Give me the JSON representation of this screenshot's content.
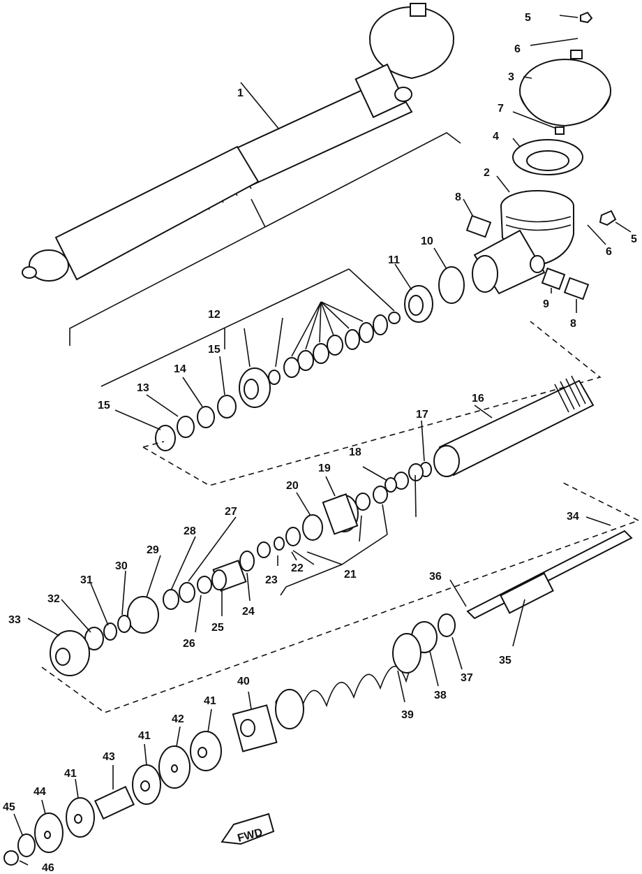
{
  "diagram": {
    "labels": [
      "1",
      "2",
      "3",
      "4",
      "5",
      "5",
      "6",
      "6",
      "7",
      "8",
      "8",
      "9",
      "10",
      "11",
      "12",
      "13",
      "14",
      "15",
      "15",
      "16",
      "17",
      "18",
      "19",
      "20",
      "21",
      "22",
      "23",
      "24",
      "25",
      "26",
      "27",
      "28",
      "29",
      "30",
      "31",
      "32",
      "33",
      "34",
      "35",
      "36",
      "37",
      "38",
      "39",
      "40",
      "41",
      "41",
      "41",
      "42",
      "43",
      "44",
      "45",
      "46"
    ],
    "front_marker": "FWD"
  }
}
